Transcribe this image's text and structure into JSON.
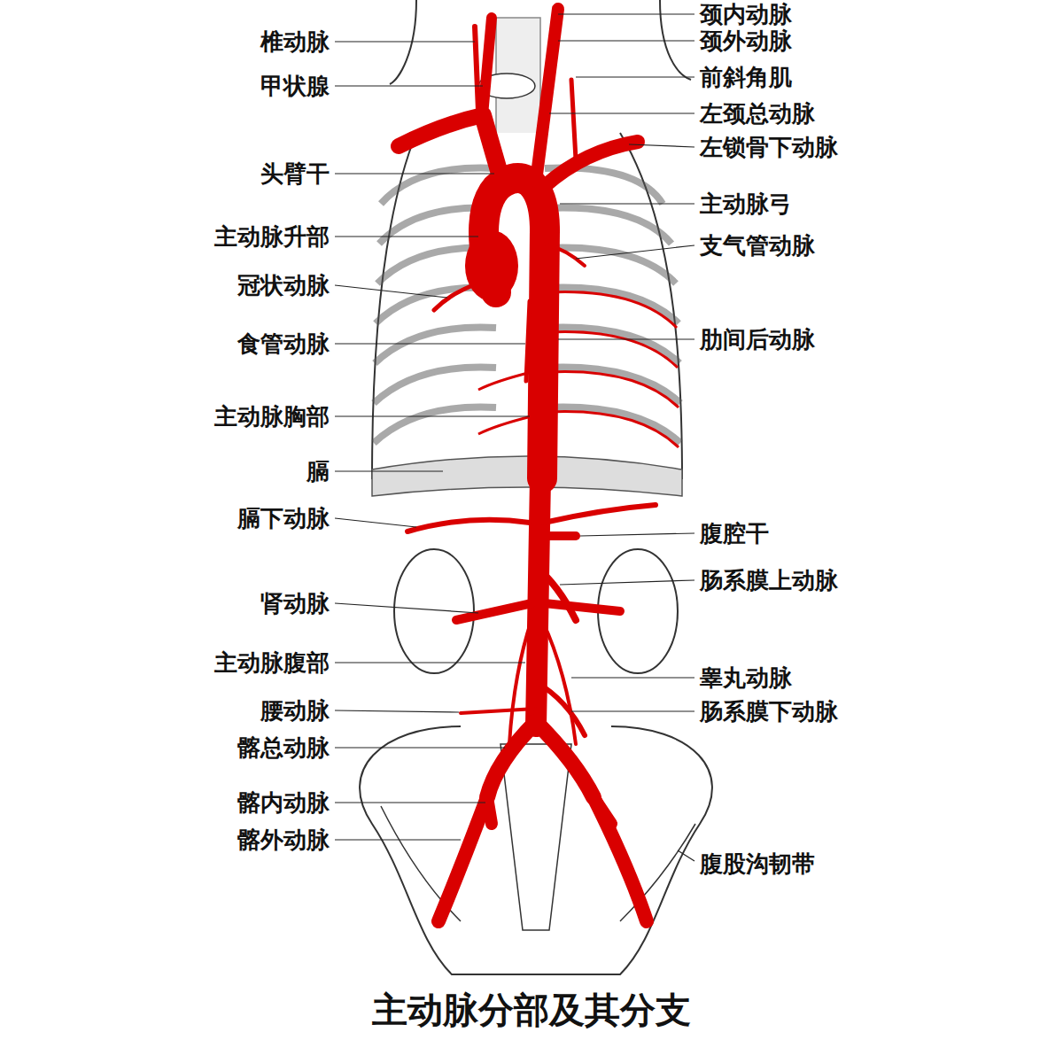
{
  "diagram": {
    "title": "主动脉分部及其分支",
    "labels": [
      "椎动脉",
      "甲状腺",
      "头臂干",
      "主动脉升部",
      "冠状动脉",
      "食管动脉",
      "主动脉胸部",
      "膈",
      "膈下动脉",
      "肾动脉",
      "主动脉腹部",
      "腰动脉",
      "髂总动脉",
      "髂内动脉",
      "髂外动脉",
      "颈内动脉",
      "颈外动脉",
      "前斜角肌",
      "左颈总动脉",
      "左锁骨下动脉",
      "主动脉弓",
      "支气管动脉",
      "肋间后动脉",
      "腹腔干",
      "肠系膜上动脉",
      "睾丸动脉",
      "肠系膜下动脉",
      "腹股沟韧带"
    ]
  }
}
